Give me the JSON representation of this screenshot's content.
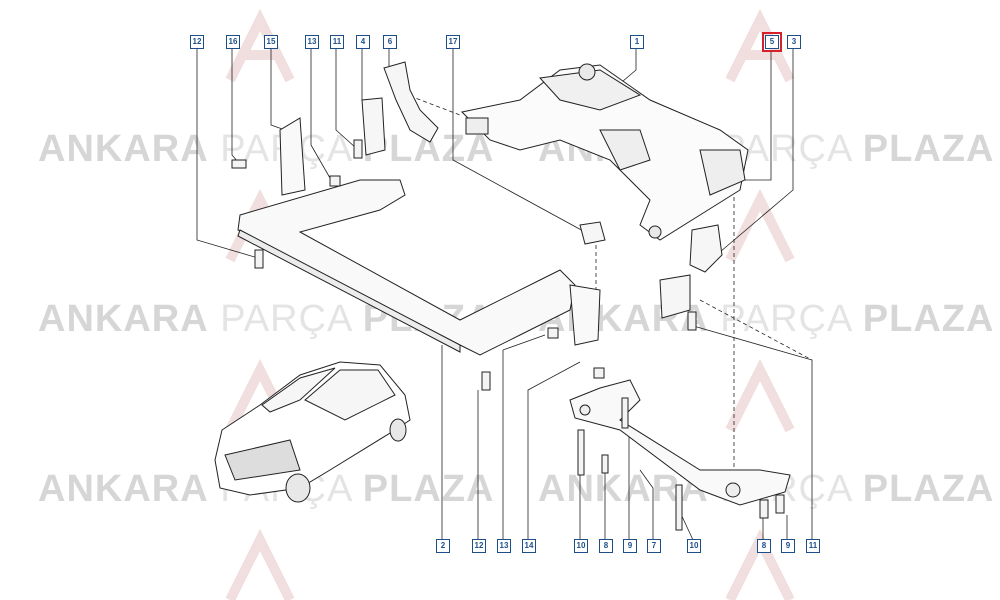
{
  "watermark": {
    "word1": "ANKARA",
    "word2": "PARÇA",
    "word3": "PLAZA"
  },
  "callouts": {
    "c12_top": "12",
    "c16_top": "16",
    "c15_top": "15",
    "c13_top": "13",
    "c11_top": "11",
    "c4_top": "4",
    "c6_top": "6",
    "c17_top": "17",
    "c1_top": "1",
    "c5_top": "5",
    "c3_top": "3",
    "c2_bot": "2",
    "c12_bot": "12",
    "c13_bot": "13",
    "c14_bot": "14",
    "c10_bot": "10",
    "c8_bot": "8",
    "c9_bot": "9",
    "c7_bot": "7",
    "c10b_bot": "10",
    "c8b_bot": "8",
    "c9b_bot": "9",
    "c11_bot": "11"
  },
  "highlight": {
    "color": "#d8202a",
    "callout": "5"
  },
  "colors": {
    "callout": "#1c4f8a",
    "line": "#222222",
    "watermark": "#d6d6d6"
  }
}
